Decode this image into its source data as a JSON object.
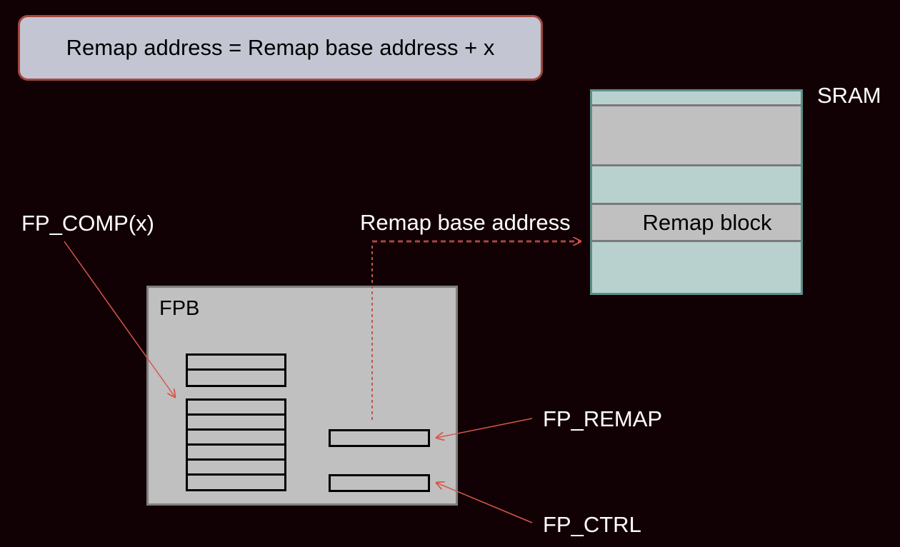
{
  "formula": "Remap address = Remap base address + x",
  "sram": {
    "label": "SRAM",
    "remap_block_label": "Remap block"
  },
  "remap_base_label": "Remap base address",
  "fpb": {
    "title": "FPB"
  },
  "callouts": {
    "fp_comp": "FP_COMP(x)",
    "fp_remap": "FP_REMAP",
    "fp_ctrl": "FP_CTRL"
  },
  "colors": {
    "background": "#120104",
    "arrow": "#d6564a",
    "sram_fill": "#b9d1ce",
    "sram_gray": "#c0c0c0",
    "fpb_fill": "#c0c0c0"
  }
}
